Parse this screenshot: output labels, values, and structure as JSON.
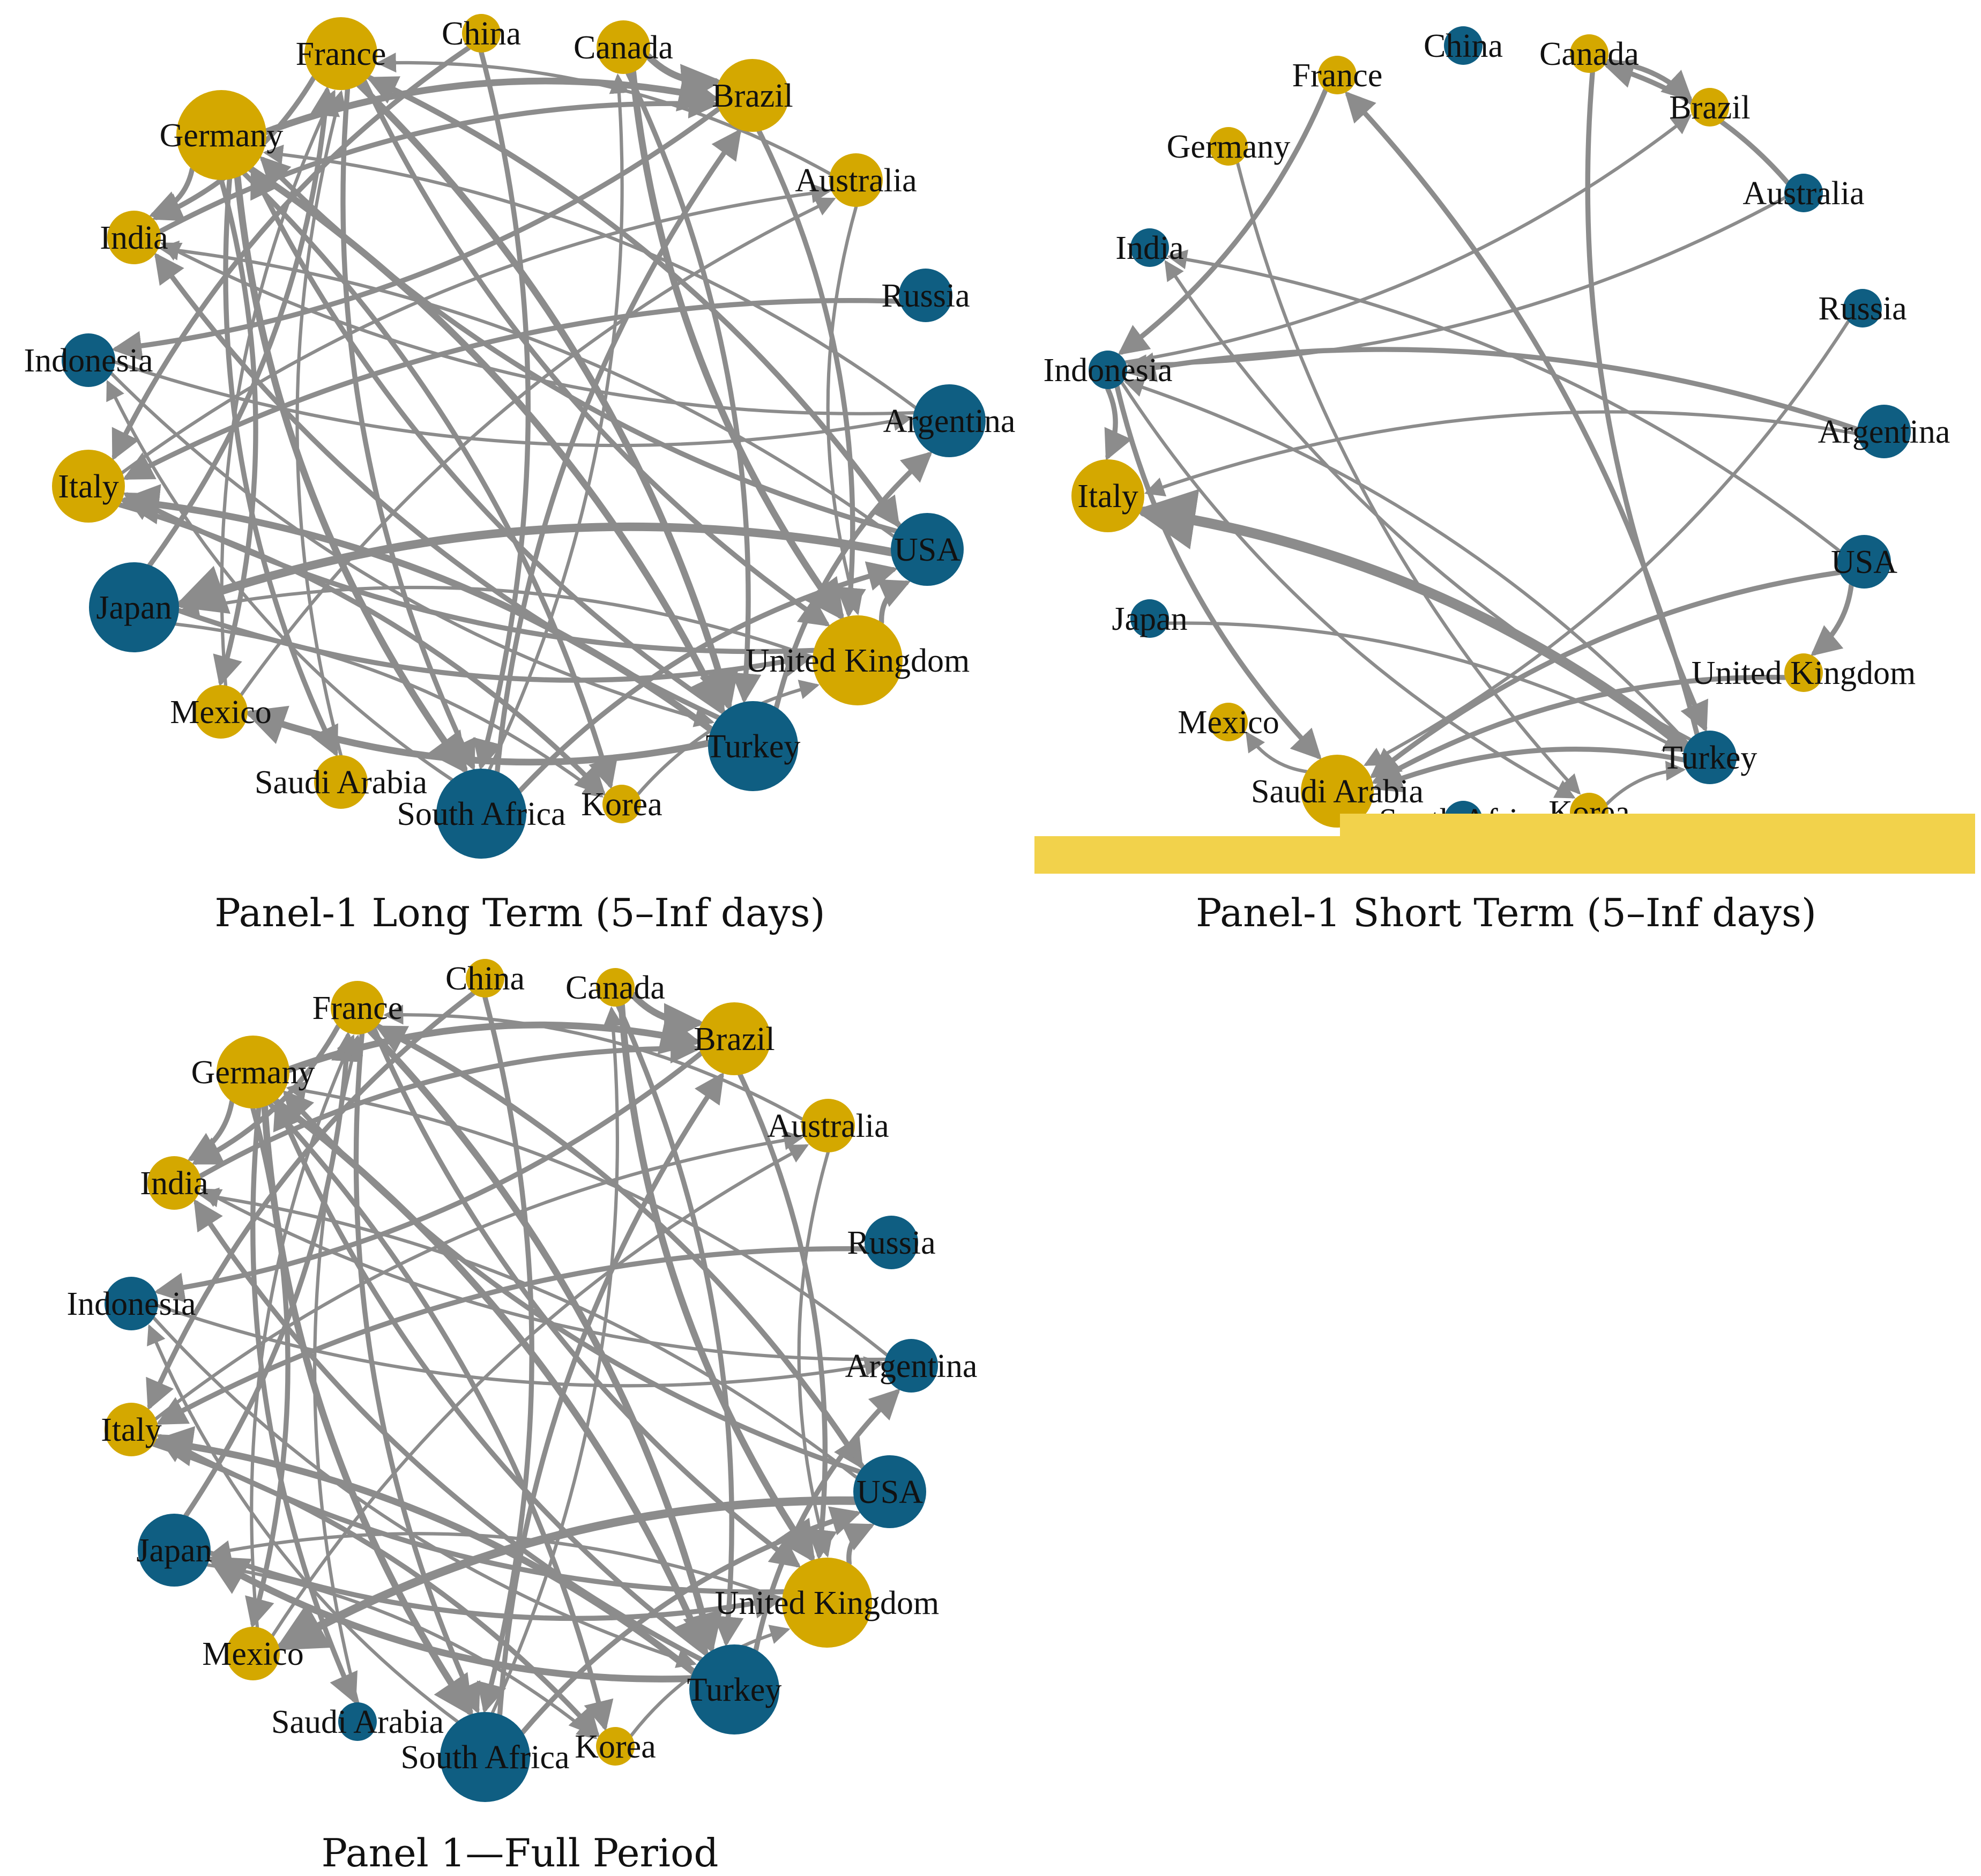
{
  "colors": {
    "gold": "#d4a800",
    "blue": "#0f5e82",
    "edge": "#8c8c8c",
    "overlay": "#f2d24b"
  },
  "panels": [
    {
      "id": "long",
      "caption": "Panel-1 Long Term (5–Inf days)",
      "nodes": [
        {
          "label": "China",
          "color": "gold",
          "size": "small"
        },
        {
          "label": "Canada",
          "color": "gold",
          "size": "medium"
        },
        {
          "label": "Brazil",
          "color": "gold",
          "size": "large"
        },
        {
          "label": "Australia",
          "color": "gold",
          "size": "medium"
        },
        {
          "label": "Russia",
          "color": "blue",
          "size": "medium"
        },
        {
          "label": "Argentina",
          "color": "blue",
          "size": "large"
        },
        {
          "label": "USA",
          "color": "blue",
          "size": "large"
        },
        {
          "label": "United Kingdom",
          "color": "gold",
          "size": "xlarge"
        },
        {
          "label": "Turkey",
          "color": "blue",
          "size": "xlarge"
        },
        {
          "label": "Korea",
          "color": "gold",
          "size": "small"
        },
        {
          "label": "South Africa",
          "color": "blue",
          "size": "xlarge"
        },
        {
          "label": "Saudi Arabia",
          "color": "gold",
          "size": "medium"
        },
        {
          "label": "Mexico",
          "color": "gold",
          "size": "medium"
        },
        {
          "label": "Japan",
          "color": "blue",
          "size": "xlarge"
        },
        {
          "label": "Italy",
          "color": "gold",
          "size": "large"
        },
        {
          "label": "Indonesia",
          "color": "blue",
          "size": "medium"
        },
        {
          "label": "India",
          "color": "gold",
          "size": "medium"
        },
        {
          "label": "Germany",
          "color": "gold",
          "size": "xlarge"
        },
        {
          "label": "France",
          "color": "gold",
          "size": "large"
        }
      ],
      "edges": [
        [
          "Germany",
          "Turkey",
          3
        ],
        [
          "Germany",
          "South Africa",
          3
        ],
        [
          "Germany",
          "Mexico",
          2
        ],
        [
          "Germany",
          "Brazil",
          3
        ],
        [
          "Germany",
          "India",
          2
        ],
        [
          "Germany",
          "Saudi Arabia",
          2
        ],
        [
          "Germany",
          "Korea",
          2
        ],
        [
          "France",
          "Turkey",
          3
        ],
        [
          "France",
          "United Kingdom",
          2
        ],
        [
          "France",
          "South Africa",
          2
        ],
        [
          "France",
          "India",
          2
        ],
        [
          "France",
          "USA",
          2
        ],
        [
          "Canada",
          "Brazil",
          3
        ],
        [
          "Canada",
          "Turkey",
          2
        ],
        [
          "Canada",
          "United Kingdom",
          3
        ],
        [
          "China",
          "Italy",
          2
        ],
        [
          "China",
          "South Africa",
          2
        ],
        [
          "Brazil",
          "United Kingdom",
          2
        ],
        [
          "Brazil",
          "Indonesia",
          2
        ],
        [
          "Australia",
          "France",
          1
        ],
        [
          "Australia",
          "United Kingdom",
          1
        ],
        [
          "Russia",
          "Italy",
          2
        ],
        [
          "Argentina",
          "India",
          1
        ],
        [
          "Argentina",
          "Germany",
          1
        ],
        [
          "USA",
          "Japan",
          4
        ],
        [
          "USA",
          "France",
          2
        ],
        [
          "USA",
          "Germany",
          2
        ],
        [
          "USA",
          "India",
          1
        ],
        [
          "United Kingdom",
          "USA",
          2
        ],
        [
          "United Kingdom",
          "Italy",
          2
        ],
        [
          "United Kingdom",
          "Japan",
          1
        ],
        [
          "Turkey",
          "Mexico",
          3
        ],
        [
          "Turkey",
          "Italy",
          3
        ],
        [
          "Turkey",
          "Germany",
          2
        ],
        [
          "Turkey",
          "Argentina",
          2
        ],
        [
          "Turkey",
          "India",
          2
        ],
        [
          "South Africa",
          "Brazil",
          2
        ],
        [
          "South Africa",
          "Indonesia",
          1
        ],
        [
          "South Africa",
          "USA",
          2
        ],
        [
          "South Africa",
          "Canada",
          1
        ],
        [
          "Japan",
          "France",
          2
        ],
        [
          "Japan",
          "United Kingdom",
          2
        ],
        [
          "Japan",
          "Korea",
          1
        ],
        [
          "Mexico",
          "France",
          1
        ],
        [
          "Mexico",
          "Australia",
          1
        ],
        [
          "Indonesia",
          "Turkey",
          1
        ],
        [
          "Italy",
          "Korea",
          2
        ],
        [
          "Saudi Arabia",
          "France",
          1
        ],
        [
          "Korea",
          "United Kingdom",
          1
        ],
        [
          "India",
          "Brazil",
          2
        ],
        [
          "Indonesia",
          "Argentina",
          1
        ],
        [
          "Italy",
          "Australia",
          1
        ]
      ]
    },
    {
      "id": "short",
      "caption": "Panel-1 Short Term (5–Inf days)",
      "nodes": [
        {
          "label": "China",
          "color": "blue",
          "size": "small"
        },
        {
          "label": "Canada",
          "color": "gold",
          "size": "small"
        },
        {
          "label": "Brazil",
          "color": "gold",
          "size": "small"
        },
        {
          "label": "Australia",
          "color": "blue",
          "size": "small"
        },
        {
          "label": "Russia",
          "color": "blue",
          "size": "small"
        },
        {
          "label": "Argentina",
          "color": "blue",
          "size": "medium"
        },
        {
          "label": "USA",
          "color": "blue",
          "size": "medium"
        },
        {
          "label": "United Kingdom",
          "color": "gold",
          "size": "small"
        },
        {
          "label": "Turkey",
          "color": "blue",
          "size": "medium"
        },
        {
          "label": "Korea",
          "color": "gold",
          "size": "small"
        },
        {
          "label": "South Africa",
          "color": "blue",
          "size": "small"
        },
        {
          "label": "Saudi Arabia",
          "color": "gold",
          "size": "large"
        },
        {
          "label": "Mexico",
          "color": "gold",
          "size": "small"
        },
        {
          "label": "Japan",
          "color": "blue",
          "size": "small"
        },
        {
          "label": "Italy",
          "color": "gold",
          "size": "large"
        },
        {
          "label": "Indonesia",
          "color": "blue",
          "size": "small"
        },
        {
          "label": "India",
          "color": "blue",
          "size": "small"
        },
        {
          "label": "Germany",
          "color": "gold",
          "size": "small"
        },
        {
          "label": "France",
          "color": "gold",
          "size": "small"
        }
      ],
      "edges": [
        [
          "Turkey",
          "Italy",
          5
        ],
        [
          "Turkey",
          "France",
          2
        ],
        [
          "Turkey",
          "Saudi Arabia",
          2
        ],
        [
          "Turkey",
          "India",
          1
        ],
        [
          "Turkey",
          "Indonesia",
          1
        ],
        [
          "Canada",
          "Brazil",
          2
        ],
        [
          "Canada",
          "Turkey",
          2
        ],
        [
          "Australia",
          "Canada",
          2
        ],
        [
          "Indonesia",
          "Italy",
          2
        ],
        [
          "Indonesia",
          "Saudi Arabia",
          2
        ],
        [
          "Indonesia",
          "Brazil",
          1
        ],
        [
          "Indonesia",
          "Korea",
          1
        ],
        [
          "France",
          "Indonesia",
          2
        ],
        [
          "Argentina",
          "Indonesia",
          2
        ],
        [
          "Argentina",
          "Italy",
          1
        ],
        [
          "Russia",
          "Saudi Arabia",
          1
        ],
        [
          "Australia",
          "Indonesia",
          1
        ],
        [
          "USA",
          "United Kingdom",
          2
        ],
        [
          "USA",
          "Saudi Arabia",
          2
        ],
        [
          "USA",
          "India",
          1
        ],
        [
          "Japan",
          "Turkey",
          1
        ],
        [
          "Saudi Arabia",
          "Mexico",
          1
        ],
        [
          "United Kingdom",
          "Saudi Arabia",
          2
        ],
        [
          "Germany",
          "Korea",
          1
        ],
        [
          "Korea",
          "Turkey",
          1
        ]
      ]
    },
    {
      "id": "full",
      "caption": "Panel 1—Full Period",
      "nodes": [
        {
          "label": "China",
          "color": "gold",
          "size": "small"
        },
        {
          "label": "Canada",
          "color": "gold",
          "size": "small"
        },
        {
          "label": "Brazil",
          "color": "gold",
          "size": "large"
        },
        {
          "label": "Australia",
          "color": "gold",
          "size": "medium"
        },
        {
          "label": "Russia",
          "color": "blue",
          "size": "medium"
        },
        {
          "label": "Argentina",
          "color": "blue",
          "size": "medium"
        },
        {
          "label": "USA",
          "color": "blue",
          "size": "large"
        },
        {
          "label": "United Kingdom",
          "color": "gold",
          "size": "xlarge"
        },
        {
          "label": "Turkey",
          "color": "blue",
          "size": "xlarge"
        },
        {
          "label": "Korea",
          "color": "gold",
          "size": "small"
        },
        {
          "label": "South Africa",
          "color": "blue",
          "size": "xlarge"
        },
        {
          "label": "Saudi Arabia",
          "color": "blue",
          "size": "small"
        },
        {
          "label": "Mexico",
          "color": "gold",
          "size": "medium"
        },
        {
          "label": "Japan",
          "color": "blue",
          "size": "large"
        },
        {
          "label": "Italy",
          "color": "gold",
          "size": "medium"
        },
        {
          "label": "Indonesia",
          "color": "blue",
          "size": "medium"
        },
        {
          "label": "India",
          "color": "gold",
          "size": "medium"
        },
        {
          "label": "Germany",
          "color": "gold",
          "size": "large"
        },
        {
          "label": "France",
          "color": "gold",
          "size": "medium"
        }
      ],
      "edges": [
        [
          "Germany",
          "Turkey",
          3
        ],
        [
          "Germany",
          "South Africa",
          3
        ],
        [
          "Germany",
          "Mexico",
          2
        ],
        [
          "Germany",
          "Brazil",
          3
        ],
        [
          "Germany",
          "India",
          2
        ],
        [
          "Germany",
          "Saudi Arabia",
          2
        ],
        [
          "Germany",
          "Korea",
          2
        ],
        [
          "France",
          "Turkey",
          3
        ],
        [
          "France",
          "United Kingdom",
          2
        ],
        [
          "France",
          "South Africa",
          2
        ],
        [
          "France",
          "India",
          2
        ],
        [
          "France",
          "USA",
          2
        ],
        [
          "Canada",
          "Brazil",
          3
        ],
        [
          "Canada",
          "Turkey",
          2
        ],
        [
          "Canada",
          "United Kingdom",
          3
        ],
        [
          "China",
          "Italy",
          2
        ],
        [
          "China",
          "South Africa",
          2
        ],
        [
          "Brazil",
          "United Kingdom",
          2
        ],
        [
          "Brazil",
          "Indonesia",
          2
        ],
        [
          "Australia",
          "France",
          1
        ],
        [
          "Australia",
          "United Kingdom",
          1
        ],
        [
          "Russia",
          "Italy",
          2
        ],
        [
          "Argentina",
          "India",
          1
        ],
        [
          "Argentina",
          "Germany",
          1
        ],
        [
          "USA",
          "Mexico",
          4
        ],
        [
          "USA",
          "France",
          2
        ],
        [
          "USA",
          "Germany",
          2
        ],
        [
          "USA",
          "India",
          1
        ],
        [
          "United Kingdom",
          "USA",
          2
        ],
        [
          "United Kingdom",
          "Italy",
          2
        ],
        [
          "United Kingdom",
          "Japan",
          1
        ],
        [
          "Turkey",
          "Japan",
          3
        ],
        [
          "Turkey",
          "Italy",
          3
        ],
        [
          "Turkey",
          "Germany",
          2
        ],
        [
          "Turkey",
          "Argentina",
          2
        ],
        [
          "Turkey",
          "India",
          2
        ],
        [
          "South Africa",
          "Brazil",
          2
        ],
        [
          "South Africa",
          "Indonesia",
          1
        ],
        [
          "South Africa",
          "USA",
          2
        ],
        [
          "South Africa",
          "Canada",
          1
        ],
        [
          "Japan",
          "France",
          2
        ],
        [
          "Japan",
          "United Kingdom",
          2
        ],
        [
          "Japan",
          "Korea",
          1
        ],
        [
          "Mexico",
          "France",
          1
        ],
        [
          "Mexico",
          "Australia",
          1
        ],
        [
          "Indonesia",
          "Turkey",
          1
        ],
        [
          "Italy",
          "Korea",
          2
        ],
        [
          "Saudi Arabia",
          "France",
          1
        ],
        [
          "Korea",
          "United Kingdom",
          1
        ],
        [
          "India",
          "Brazil",
          2
        ],
        [
          "Indonesia",
          "Argentina",
          1
        ],
        [
          "Italy",
          "Australia",
          1
        ]
      ]
    }
  ]
}
